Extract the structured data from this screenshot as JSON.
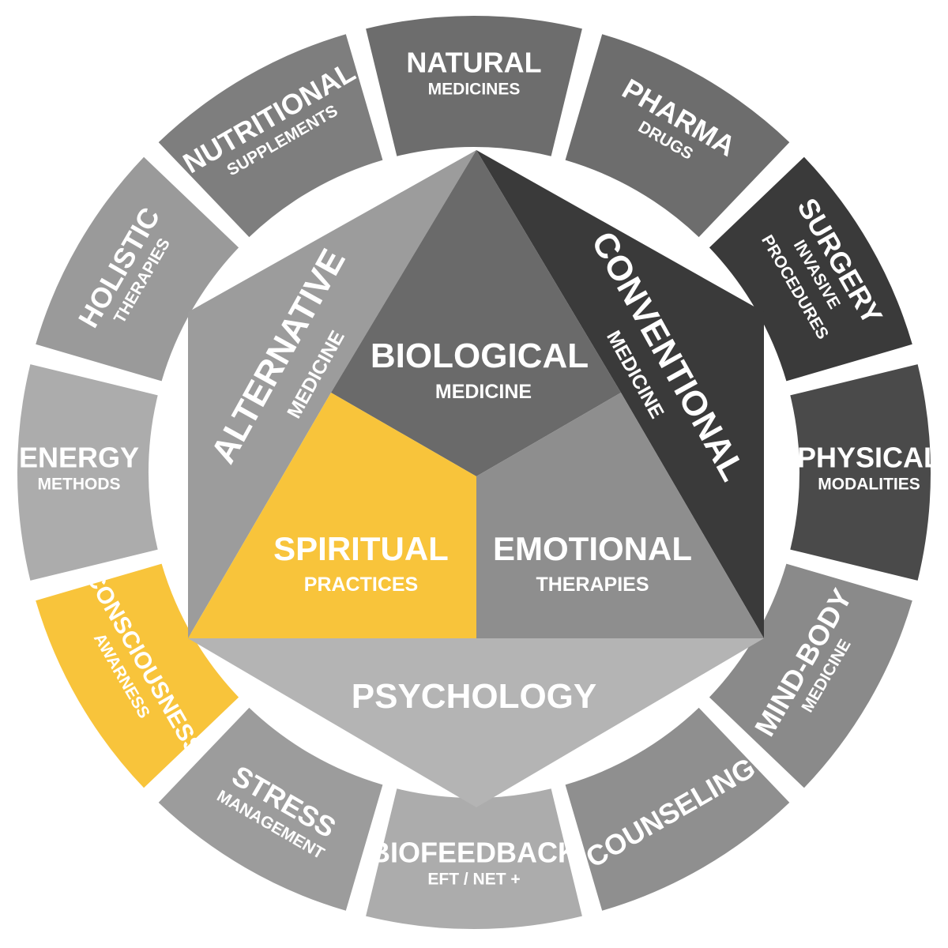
{
  "ring": [
    {
      "key": "natural",
      "title": "NATURAL",
      "sub": "MEDICINES",
      "color": "#6d6d6d"
    },
    {
      "key": "pharma",
      "title": "PHARMA",
      "sub": "DRUGS",
      "color": "#6d6d6d"
    },
    {
      "key": "surgery",
      "title": "SURGERY",
      "sub": "INVASIVE",
      "sub2": "PROCEDURES",
      "color": "#3a3a3a"
    },
    {
      "key": "physical",
      "title": "PHYSICAL",
      "sub": "MODALITIES",
      "color": "#4a4a4a"
    },
    {
      "key": "mind_body",
      "title": "MIND-BODY",
      "sub": "MEDICINE",
      "color": "#8a8a8a"
    },
    {
      "key": "counseling",
      "title": "COUNSELING",
      "sub": "",
      "color": "#8f8f8f"
    },
    {
      "key": "biofeedback",
      "title": "BIOFEEDBACK",
      "sub": "EFT / NET +",
      "color": "#acacac"
    },
    {
      "key": "stress",
      "title": "STRESS",
      "sub": "MANAGEMENT",
      "color": "#9c9c9c"
    },
    {
      "key": "consciousness",
      "title": "CONSCIOUSNESS",
      "sub": "AWARNESS",
      "color": "#f8c43b"
    },
    {
      "key": "energy",
      "title": "ENERGY",
      "sub": "METHODS",
      "color": "#acacac"
    },
    {
      "key": "holistic",
      "title": "HOLISTIC",
      "sub": "THERAPIES",
      "color": "#9a9a9a"
    },
    {
      "key": "nutritional",
      "title": "NUTRITIONAL",
      "sub": "SUPPLEMENTS",
      "color": "#7e7e7e"
    }
  ],
  "inner": {
    "alternative": {
      "title": "ALTERNATIVE",
      "sub": "MEDICINE",
      "color": "#9c9c9c"
    },
    "conventional": {
      "title": "CONVENTIONAL",
      "sub": "MEDICINE",
      "color": "#3a3a3a"
    },
    "psychology": {
      "title": "PSYCHOLOGY",
      "color": "#b4b4b4"
    },
    "biological": {
      "title": "BIOLOGICAL",
      "sub": "MEDICINE",
      "color": "#6a6a6a"
    },
    "spiritual": {
      "title": "SPIRITUAL",
      "sub": "PRACTICES",
      "color": "#f8c43b"
    },
    "emotional": {
      "title": "EMOTIONAL",
      "sub": "THERAPIES",
      "color": "#8e8e8e"
    }
  }
}
